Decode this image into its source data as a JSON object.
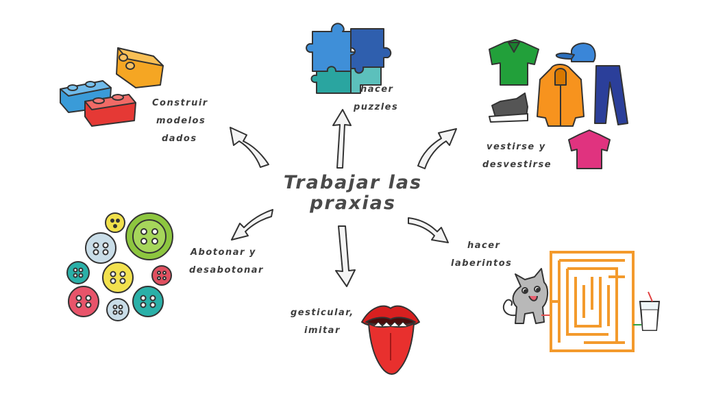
{
  "title": {
    "line1": "Trabajar las",
    "line2": "praxias"
  },
  "labels": {
    "construir": {
      "line1": "Construir",
      "line2": "modelos",
      "line3": "dados"
    },
    "puzzles": {
      "line1": "hacer",
      "line2": "puzzles"
    },
    "vestirse": {
      "line1": "vestirse y",
      "line2": "desvestirse"
    },
    "abotonar": {
      "line1": "Abotonar y",
      "line2": "desabotonar"
    },
    "gesticular": {
      "line1": "gesticular,",
      "line2": "imitar"
    },
    "laberintos": {
      "line1": "hacer",
      "line2": "laberintos"
    }
  },
  "colors": {
    "text": "#3d3d3d",
    "arrow_fill": "#f4f4f4",
    "lego_orange": "#f5a623",
    "lego_blue": "#3a9bd8",
    "lego_red": "#e53935",
    "puzzle_blue": "#2f6fb8",
    "puzzle_teal": "#2aa5a0",
    "shirt_green": "#22a03a",
    "cap_blue": "#3a86d8",
    "jacket_orange": "#f7931e",
    "pants_navy": "#2b3f9a",
    "tshirt_pink": "#e0337f",
    "maze_orange": "#f39a2c",
    "mouth_red": "#d82020"
  },
  "icons": [
    "lego-bricks-icon",
    "puzzle-pieces-icon",
    "clothes-icon",
    "buttons-icon",
    "mouth-tongue-icon",
    "maze-cat-icon"
  ]
}
